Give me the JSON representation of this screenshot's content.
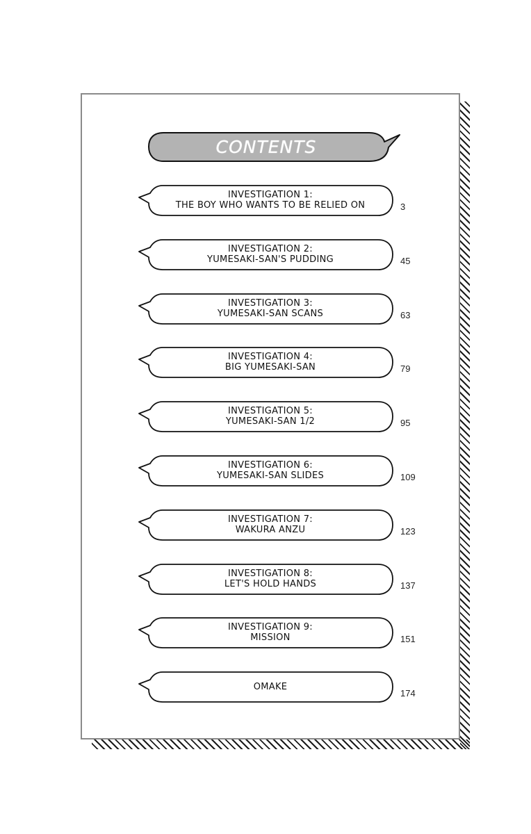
{
  "title": "CONTENTS",
  "colors": {
    "title_bubble_fill": "#b3b3b3",
    "bubble_stroke": "#111111",
    "frame_border": "#8a8a8a",
    "text": "#111111"
  },
  "entries": [
    {
      "line1": "INVESTIGATION 1:",
      "line2": "THE BOY WHO WANTS TO BE RELIED ON",
      "page": "3"
    },
    {
      "line1": "INVESTIGATION 2:",
      "line2": "YUMESAKI-SAN'S PUDDING",
      "page": "45"
    },
    {
      "line1": "INVESTIGATION 3:",
      "line2": "YUMESAKI-SAN SCANS",
      "page": "63"
    },
    {
      "line1": "INVESTIGATION 4:",
      "line2": "BIG YUMESAKI-SAN",
      "page": "79"
    },
    {
      "line1": "INVESTIGATION 5:",
      "line2": "YUMESAKI-SAN 1/2",
      "page": "95"
    },
    {
      "line1": "INVESTIGATION 6:",
      "line2": "YUMESAKI-SAN SLIDES",
      "page": "109"
    },
    {
      "line1": "INVESTIGATION 7:",
      "line2": "WAKURA ANZU",
      "page": "123"
    },
    {
      "line1": "INVESTIGATION 8:",
      "line2": "LET'S HOLD HANDS",
      "page": "137"
    },
    {
      "line1": "INVESTIGATION 9:",
      "line2": "MISSION",
      "page": "151"
    },
    {
      "line1": "OMAKE",
      "line2": "",
      "page": "174"
    }
  ]
}
